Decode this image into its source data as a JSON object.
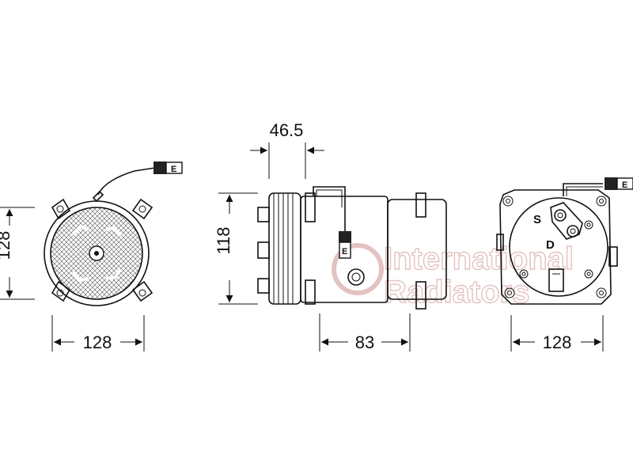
{
  "watermark": {
    "line1": "International",
    "line2": "Radiators"
  },
  "front_view": {
    "width_dimension": "128",
    "height_dimension": "128",
    "connector_label": "E"
  },
  "side_view": {
    "pulley_dimension": "46.5",
    "height_dimension": "118",
    "mount_dimension": "83",
    "connector_label": "E"
  },
  "rear_view": {
    "width_dimension": "128",
    "suction_port": "S",
    "discharge_port": "D",
    "connector_label": "E"
  }
}
